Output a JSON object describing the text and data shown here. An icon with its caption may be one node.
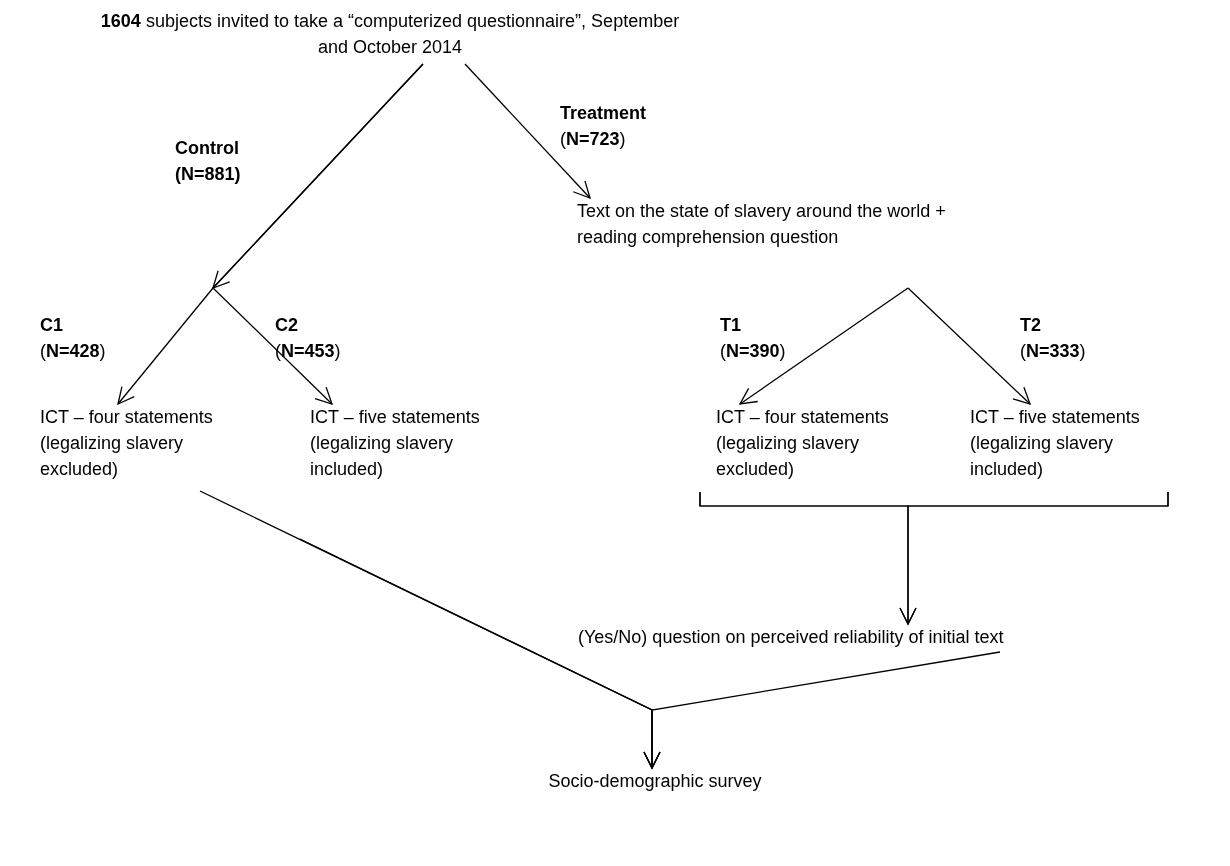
{
  "diagram": {
    "nodes": [
      {
        "text": [
          "**1604** subjects invited to take a “computerized questionnaire”, September and October  2014"
        ]
      },
      {
        "text": [
          "Text on the state of slavery around the world + reading comprehension question"
        ]
      },
      {
        "text": [
          "ICT – four statements (legalizing slavery excluded)"
        ]
      },
      {
        "text": [
          "ICT – five statements (legalizing slavery included)"
        ]
      },
      {
        "text": [
          "ICT – four statements (legalizing slavery excluded)"
        ]
      },
      {
        "text": [
          "ICT – five statements (legalizing slavery included)"
        ]
      },
      {
        "text": [
          "(Yes/No) question on perceived reliability of initial text"
        ]
      },
      {
        "text": [
          "Socio-demographic survey"
        ]
      }
    ],
    "edges": [
      {
        "from": 0,
        "to": 2,
        "arrow": "to",
        "label": "**C1** (**N=428**)"
      },
      {
        "from": 0,
        "to": 3,
        "arrow": "to",
        "label": "**C2** (**N=453**)"
      },
      {
        "from": 0,
        "to": 1,
        "arrow": "to",
        "label": "**Treatment** (**N=723**)"
      },
      {
        "from": 1,
        "to": 4,
        "arrow": "to",
        "label": "**T1** (**N=390**)"
      },
      {
        "from": 1,
        "to": 5,
        "arrow": "to",
        "label": "**T2** (**N=333**)"
      },
      {
        "from": 4,
        "to": 6,
        "arrow": "to"
      },
      {
        "from": 5,
        "to": 6,
        "arrow": "to"
      },
      {
        "from": 2,
        "to": 7,
        "arrow": "to"
      },
      {
        "from": 3,
        "to": 7,
        "arrow": "to"
      },
      {
        "from": 6,
        "to": 7,
        "arrow": "to"
      }
    ],
    "labels": [
      "Control (N=881)"
    ]
  }
}
